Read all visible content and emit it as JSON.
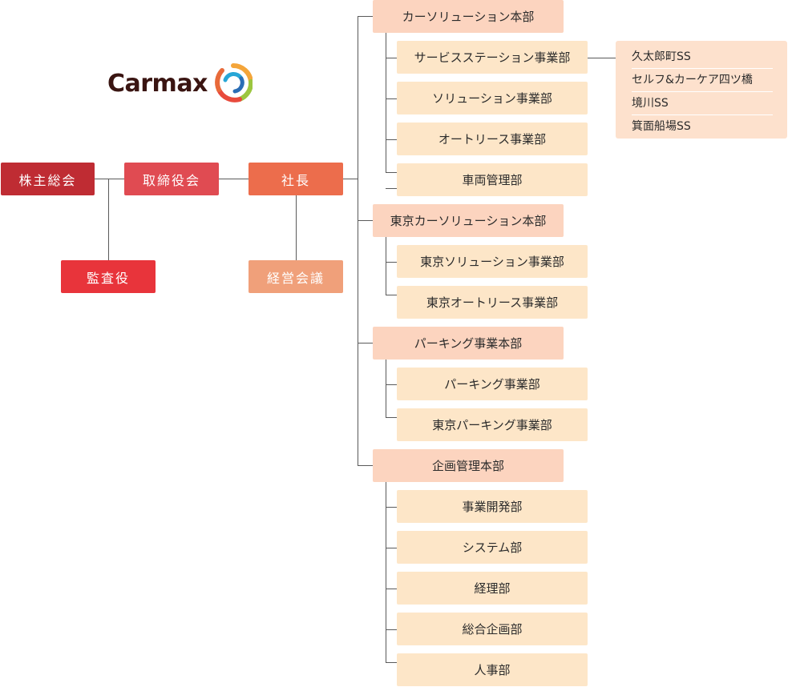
{
  "logo": {
    "text": "Carmax",
    "color": "#3a1512",
    "ring_colors": [
      "#e84a3c",
      "#f4a53a",
      "#9cc63f",
      "#27a6d6",
      "#2a6db5"
    ]
  },
  "colors": {
    "shareholders": "#bf2c33",
    "board": "#e04b52",
    "president": "#ec6d4c",
    "auditor": "#e8343b",
    "management_meeting": "#f0a07a",
    "division": "#fcd4bf",
    "department": "#fde6c8",
    "stations": "#fde1cd",
    "line": "#5a5a5a"
  },
  "executive": {
    "shareholders": "株主総会",
    "board": "取締役会",
    "president": "社長",
    "auditor": "監査役",
    "management_meeting": "経営会議"
  },
  "divisions": [
    {
      "name": "カーソリューション本部",
      "departments": [
        "サービスステーション事業部",
        "ソリューション事業部",
        "オートリース事業部",
        "車両管理部"
      ]
    },
    {
      "name": "東京カーソリューション本部",
      "departments": [
        "東京ソリューション事業部",
        "東京オートリース事業部"
      ]
    },
    {
      "name": "パーキング事業本部",
      "departments": [
        "パーキング事業部",
        "東京パーキング事業部"
      ]
    },
    {
      "name": "企画管理本部",
      "departments": [
        "事業開発部",
        "システム部",
        "経理部",
        "総合企画部",
        "人事部"
      ]
    }
  ],
  "service_stations": [
    "久太郎町SS",
    "セルフ&カーケア四ツ橋",
    "境川SS",
    "箕面船場SS"
  ]
}
